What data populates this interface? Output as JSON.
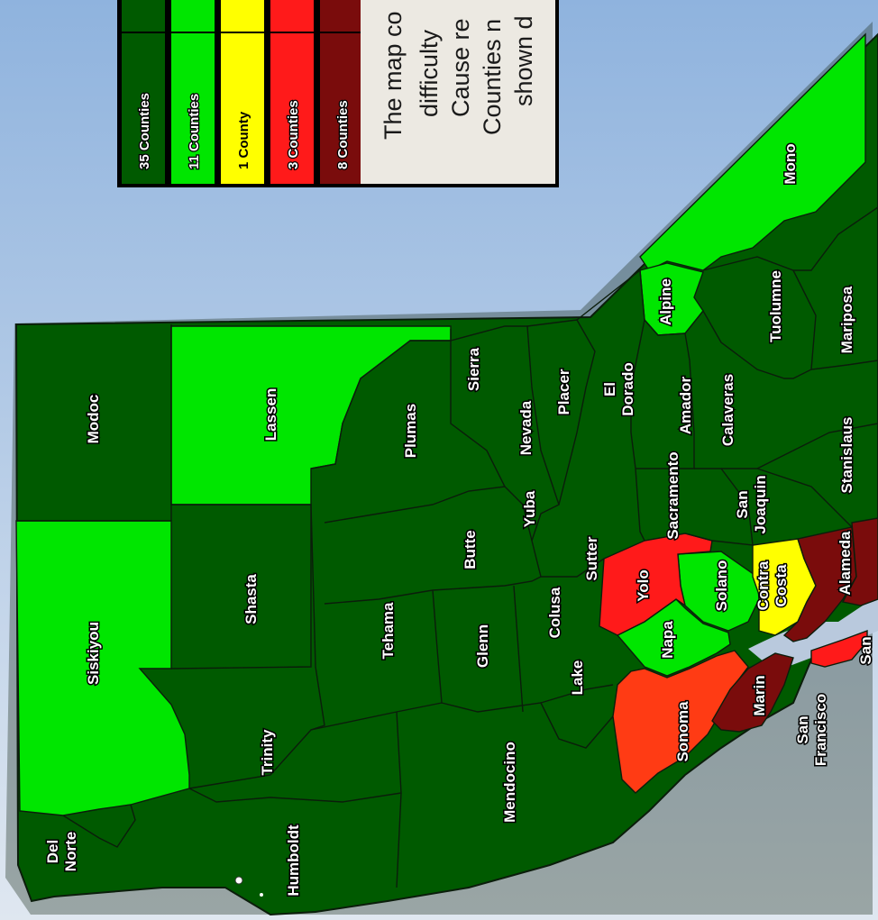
{
  "colors": {
    "sky_top": "#8fb3de",
    "sky_bottom": "#dfe7f0",
    "dark_green": "#005a00",
    "light_green": "#00e600",
    "yellow": "#ffff00",
    "red": "#ff1a1a",
    "orange_red": "#ff3b14",
    "dark_red": "#7a0c0c",
    "note_bg": "#ece9e2"
  },
  "legend": {
    "rows": [
      {
        "label": "35 Counties",
        "color": "#005a00"
      },
      {
        "label": "11 Counties",
        "color": "#00e600"
      },
      {
        "label": "1 County",
        "color": "#ffff00"
      },
      {
        "label": "3 Counties",
        "color": "#ff1a1a"
      },
      {
        "label": "8 Counties",
        "color": "#7a0c0c"
      }
    ],
    "note_lines": [
      "The map co",
      "difficulty",
      "Cause re",
      "Counties n",
      "shown d"
    ]
  },
  "counties": [
    {
      "name": "Modoc",
      "lines": [
        "Modoc"
      ]
    },
    {
      "name": "Lassen",
      "lines": [
        "Lassen"
      ]
    },
    {
      "name": "Siskiyou",
      "lines": [
        "Siskiyou"
      ]
    },
    {
      "name": "Shasta",
      "lines": [
        "Shasta"
      ]
    },
    {
      "name": "Plumas",
      "lines": [
        "Plumas"
      ]
    },
    {
      "name": "Sierra",
      "lines": [
        "Sierra"
      ]
    },
    {
      "name": "Nevada",
      "lines": [
        "Nevada"
      ]
    },
    {
      "name": "Placer",
      "lines": [
        "Placer"
      ]
    },
    {
      "name": "El Dorado",
      "lines": [
        "El",
        "Dorado"
      ]
    },
    {
      "name": "Alpine",
      "lines": [
        "Alpine"
      ]
    },
    {
      "name": "Mono",
      "lines": [
        "Mono"
      ]
    },
    {
      "name": "Amador",
      "lines": [
        "Amador"
      ]
    },
    {
      "name": "Calaveras",
      "lines": [
        "Calaveras"
      ]
    },
    {
      "name": "Tuolumne",
      "lines": [
        "Tuolumne"
      ]
    },
    {
      "name": "Mariposa",
      "lines": [
        "Mariposa"
      ]
    },
    {
      "name": "Tehama",
      "lines": [
        "Tehama"
      ]
    },
    {
      "name": "Butte",
      "lines": [
        "Butte"
      ]
    },
    {
      "name": "Yuba",
      "lines": [
        "Yuba"
      ]
    },
    {
      "name": "Sutter",
      "lines": [
        "Sutter"
      ]
    },
    {
      "name": "Sacramento",
      "lines": [
        "Sacramento"
      ]
    },
    {
      "name": "San Joaquin",
      "lines": [
        "San",
        "Joaquin"
      ]
    },
    {
      "name": "Stanislaus",
      "lines": [
        "Stanislaus"
      ]
    },
    {
      "name": "Glenn",
      "lines": [
        "Glenn"
      ]
    },
    {
      "name": "Colusa",
      "lines": [
        "Colusa"
      ]
    },
    {
      "name": "Yolo",
      "lines": [
        "Yolo"
      ]
    },
    {
      "name": "Solano",
      "lines": [
        "Solano"
      ]
    },
    {
      "name": "Contra Costa",
      "lines": [
        "Contra",
        "Costa"
      ]
    },
    {
      "name": "Alameda",
      "lines": [
        "Alameda"
      ]
    },
    {
      "name": "Trinity",
      "lines": [
        "Trinity"
      ]
    },
    {
      "name": "Lake",
      "lines": [
        "Lake"
      ]
    },
    {
      "name": "Napa",
      "lines": [
        "Napa"
      ]
    },
    {
      "name": "Sonoma",
      "lines": [
        "Sonoma"
      ]
    },
    {
      "name": "Marin",
      "lines": [
        "Marin"
      ]
    },
    {
      "name": "San Francisco",
      "lines": [
        "San",
        "Francisco"
      ]
    },
    {
      "name": "San Mateo",
      "lines": [
        "San"
      ]
    },
    {
      "name": "Mendocino",
      "lines": [
        "Mendocino"
      ]
    },
    {
      "name": "Humboldt",
      "lines": [
        "Humboldt"
      ]
    },
    {
      "name": "Del Norte",
      "lines": [
        "Del",
        "Norte"
      ]
    }
  ]
}
